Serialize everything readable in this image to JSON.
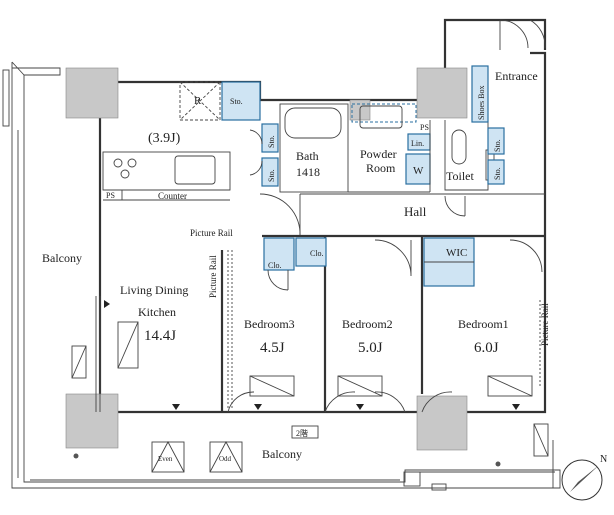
{
  "labels": {
    "entrance": "Entrance",
    "shoes_box": "Shoes Box",
    "sto": "Sto.",
    "r": "R",
    "kitchen_area": "(3.9J)",
    "bath": "Bath",
    "bath_size": "1418",
    "powder_room_1": "Powder",
    "powder_room_2": "Room",
    "lin": "Lin.",
    "w": "W",
    "ps": "PS",
    "toilet": "Toilet",
    "counter": "Counter",
    "hall": "Hall",
    "picture_rail": "Picture Rail",
    "clo": "Clo.",
    "wic": "WIC",
    "balcony": "Balcony",
    "ldk_1": "Living Dining",
    "ldk_2": "Kitchen",
    "ldk_size": "14.4J",
    "bedroom3": "Bedroom3",
    "bedroom3_size": "4.5J",
    "bedroom2": "Bedroom2",
    "bedroom2_size": "5.0J",
    "bedroom1": "Bedroom1",
    "bedroom1_size": "6.0J",
    "even": "Even",
    "odd": "Odd",
    "second_floor_badge": "2階",
    "north": "N"
  }
}
